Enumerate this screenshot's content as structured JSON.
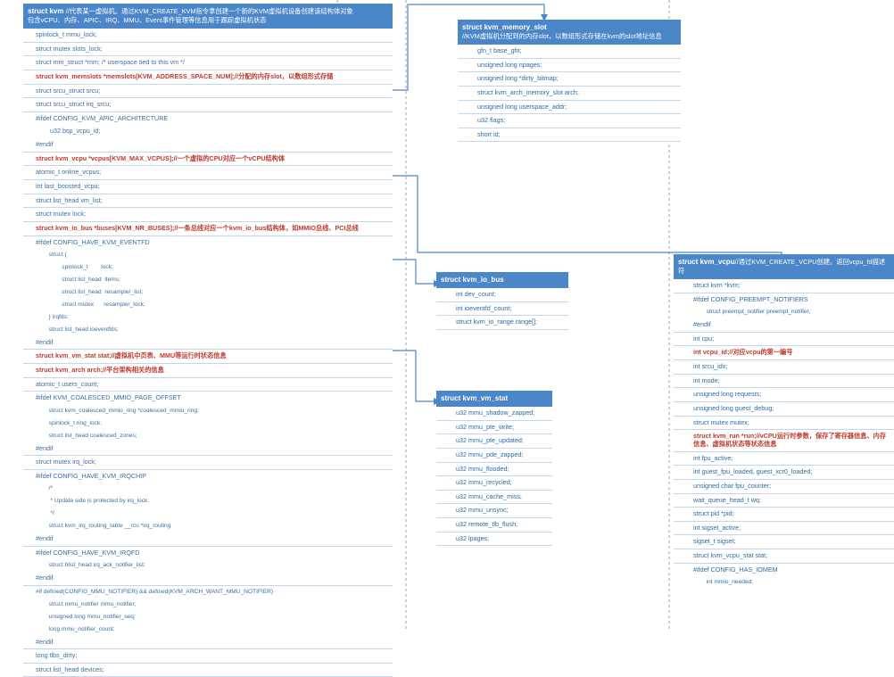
{
  "kvm": {
    "title": "struct kvm ",
    "title_comment": "//代表某一虚拟机。通过KVM_CREATE_KVM指令拿创建一个新的KVM虚拟机设备创建该结构体对象",
    "title_comment2": "包含vCPU、内存、APIC、IRQ、MMU、Event事件管理等信息用于跟踪虚拟机状态",
    "fields": [
      {
        "text": "spinlock_t mmu_lock;",
        "style": "plain"
      },
      {
        "text": "struct mutex slots_lock;",
        "style": "plain"
      },
      {
        "text": "struct mm_struct *mm; /* userspace tied to this vm */",
        "style": "plain"
      },
      {
        "text": "struct kvm_memslots *memslots[KVM_ADDRESS_SPACE_NUM];//分配的内存slot，以数组形式存储",
        "style": "red"
      },
      {
        "text": "struct srcu_struct srcu;",
        "style": "plain"
      },
      {
        "text": "struct srcu_struct irq_srcu;",
        "style": "plain"
      },
      {
        "text": "#ifdef CONFIG_KVM_APIC_ARCHITECTURE",
        "style": "plain"
      },
      {
        "text": "        u32 bsp_vcpu_id;",
        "style": "plain"
      },
      {
        "text": "#endif",
        "style": "plain"
      },
      {
        "text": "struct kvm_vcpu *vcpus[KVM_MAX_VCPUS];//一个虚拟的CPU对应一个vCPU结构体",
        "style": "red"
      },
      {
        "text": "atomic_t online_vcpus;",
        "style": "plain"
      },
      {
        "text": "int last_boosted_vcpu;",
        "style": "plain"
      },
      {
        "text": "struct list_head vm_list;",
        "style": "plain"
      },
      {
        "text": "struct mutex lock;",
        "style": "plain"
      },
      {
        "text": "struct kvm_io_bus *buses[KVM_NR_BUSES];//一条总线对应一个kvm_io_bus结构体，如MMIO总线、PCI总线",
        "style": "red"
      },
      {
        "text": "#ifdef CONFIG_HAVE_KVM_EVENTFD",
        "style": "plain"
      },
      {
        "text": "        struct {",
        "style": "plain"
      },
      {
        "text": "                spinlock_t        lock;",
        "style": "plain"
      },
      {
        "text": "                struct list_head  items;",
        "style": "plain"
      },
      {
        "text": "                struct list_head  resampler_list;",
        "style": "plain"
      },
      {
        "text": "                struct mutex      resampler_lock;",
        "style": "plain"
      },
      {
        "text": "        } irqfds;",
        "style": "plain"
      },
      {
        "text": "        struct list_head ioeventfds;",
        "style": "plain"
      },
      {
        "text": "#endif",
        "style": "plain"
      },
      {
        "text": "struct kvm_vm_stat stat;//虚拟机中页表、MMU等运行时状态信息",
        "style": "red"
      },
      {
        "text": "struct kvm_arch arch;//平台架构相关的信息",
        "style": "red"
      },
      {
        "text": "atomic_t users_count;",
        "style": "plain"
      },
      {
        "text": "#ifdef KVM_COALESCED_MMIO_PAGE_OFFSET",
        "style": "plain"
      },
      {
        "text": "        struct kvm_coalesced_mmio_ring *coalesced_mmio_ring;",
        "style": "plain"
      },
      {
        "text": "        spinlock_t ring_lock;",
        "style": "plain"
      },
      {
        "text": "        struct list_head coalesced_zones;",
        "style": "plain"
      },
      {
        "text": "#endif",
        "style": "plain"
      },
      {
        "text": "struct mutex irq_lock;",
        "style": "plain"
      },
      {
        "text": "#ifdef CONFIG_HAVE_KVM_IRQCHIP",
        "style": "plain"
      },
      {
        "text": "        /*",
        "style": "plain"
      },
      {
        "text": "         * Update side is protected by irq_lock.",
        "style": "plain"
      },
      {
        "text": "         */",
        "style": "plain"
      },
      {
        "text": "        struct kvm_irq_routing_table __rcu *irq_routing",
        "style": "plain"
      },
      {
        "text": "#endif",
        "style": "plain"
      },
      {
        "text": "#ifdef CONFIG_HAVE_KVM_IRQFD",
        "style": "plain"
      },
      {
        "text": "        struct hlist_head irq_ack_notifier_list;",
        "style": "plain"
      },
      {
        "text": "#endif",
        "style": "plain"
      },
      {
        "text": "#if defined(CONFIG_MMU_NOTIFIER) && defined(KVM_ARCH_WANT_MMU_NOTIFIER)",
        "style": "plain"
      },
      {
        "text": "        struct mmu_notifier mmu_notifier;",
        "style": "plain"
      },
      {
        "text": "        unsigned long mmu_notifier_seq;",
        "style": "plain"
      },
      {
        "text": "        long mmu_notifier_count;",
        "style": "plain"
      },
      {
        "text": "#endif",
        "style": "plain"
      },
      {
        "text": "long tlbs_dirty;",
        "style": "plain"
      },
      {
        "text": "struct list_head devices;",
        "style": "plain"
      }
    ]
  },
  "memory_slot": {
    "title": "struct kvm_memory_slot",
    "title_comment": "//KVM虚拟机分配到的内存slot，以数组形式存储在kvm的slot地址信息",
    "fields": [
      {
        "text": "gfn_t base_gfn;"
      },
      {
        "text": "unsigned long npages;"
      },
      {
        "text": "unsigned long *dirty_bitmap;"
      },
      {
        "text": "struct kvm_arch_memory_slot arch;"
      },
      {
        "text": "unsigned long userspace_addr;"
      },
      {
        "text": "u32 flags;"
      },
      {
        "text": "short id;"
      }
    ]
  },
  "io_bus": {
    "title": "struct kvm_io_bus",
    "fields": [
      {
        "text": "int dev_count;"
      },
      {
        "text": "int ioeventfd_count;"
      },
      {
        "text": "struct kvm_io_range range[];"
      }
    ]
  },
  "vm_stat": {
    "title": "struct kvm_vm_stat",
    "fields": [
      {
        "text": "u32 mmu_shadow_zapped;"
      },
      {
        "text": "u32 mmu_pte_write;"
      },
      {
        "text": "u32 mmu_pte_updated;"
      },
      {
        "text": "u32 mmu_pde_zapped;"
      },
      {
        "text": "u32 mmu_flooded;"
      },
      {
        "text": "u32 mmu_recycled;"
      },
      {
        "text": "u32 mmu_cache_miss;"
      },
      {
        "text": "u32 mmu_unsync;"
      },
      {
        "text": "u32 remote_tlb_flush;"
      },
      {
        "text": "u32 lpages;"
      }
    ]
  },
  "vcpu": {
    "title": "struct kvm_vcpu",
    "title_comment": "//通过KVM_CREATE_VCPU创建。返回vcpu_fd描述符",
    "fields": [
      {
        "text": "struct kvm *kvm;",
        "style": "plain"
      },
      {
        "text": "#ifdef CONFIG_PREEMPT_NOTIFIERS",
        "style": "plain"
      },
      {
        "text": "        struct preempt_notifier preempt_notifier;",
        "style": "plain"
      },
      {
        "text": "#endif",
        "style": "plain"
      },
      {
        "text": "int cpu;",
        "style": "plain"
      },
      {
        "text": "int vcpu_id;//对应vcpu的第一编号",
        "style": "red"
      },
      {
        "text": "int srcu_idx;",
        "style": "plain"
      },
      {
        "text": "int mode;",
        "style": "plain"
      },
      {
        "text": "unsigned long requests;",
        "style": "plain"
      },
      {
        "text": "unsigned long guest_debug;",
        "style": "plain"
      },
      {
        "text": "struct mutex mutex;",
        "style": "plain"
      },
      {
        "text": "struct kvm_run *run;//vCPU运行时参数，保存了寄存器信息、内存信息、虚拟机状态等状态信息",
        "style": "red"
      },
      {
        "text": "int fpu_active;",
        "style": "plain"
      },
      {
        "text": "int guest_fpu_loaded, guest_xcr0_loaded;",
        "style": "plain"
      },
      {
        "text": "unsigned char fpu_counter;",
        "style": "plain"
      },
      {
        "text": "wait_queue_head_t wq;",
        "style": "plain"
      },
      {
        "text": "struct pid *pid;",
        "style": "plain"
      },
      {
        "text": "int sigset_active;",
        "style": "plain"
      },
      {
        "text": "sigset_t sigset;",
        "style": "plain"
      },
      {
        "text": "struct kvm_vcpu_stat stat;",
        "style": "plain"
      },
      {
        "text": "#ifdef CONFIG_HAS_IOMEM",
        "style": "plain"
      },
      {
        "text": "        int mmio_needed;",
        "style": "plain"
      }
    ]
  },
  "colors": {
    "header_bg": "#4a86c8",
    "field_text": "#2d6aa6",
    "highlight_text": "#c0392b",
    "border": "#c3d6ea"
  }
}
